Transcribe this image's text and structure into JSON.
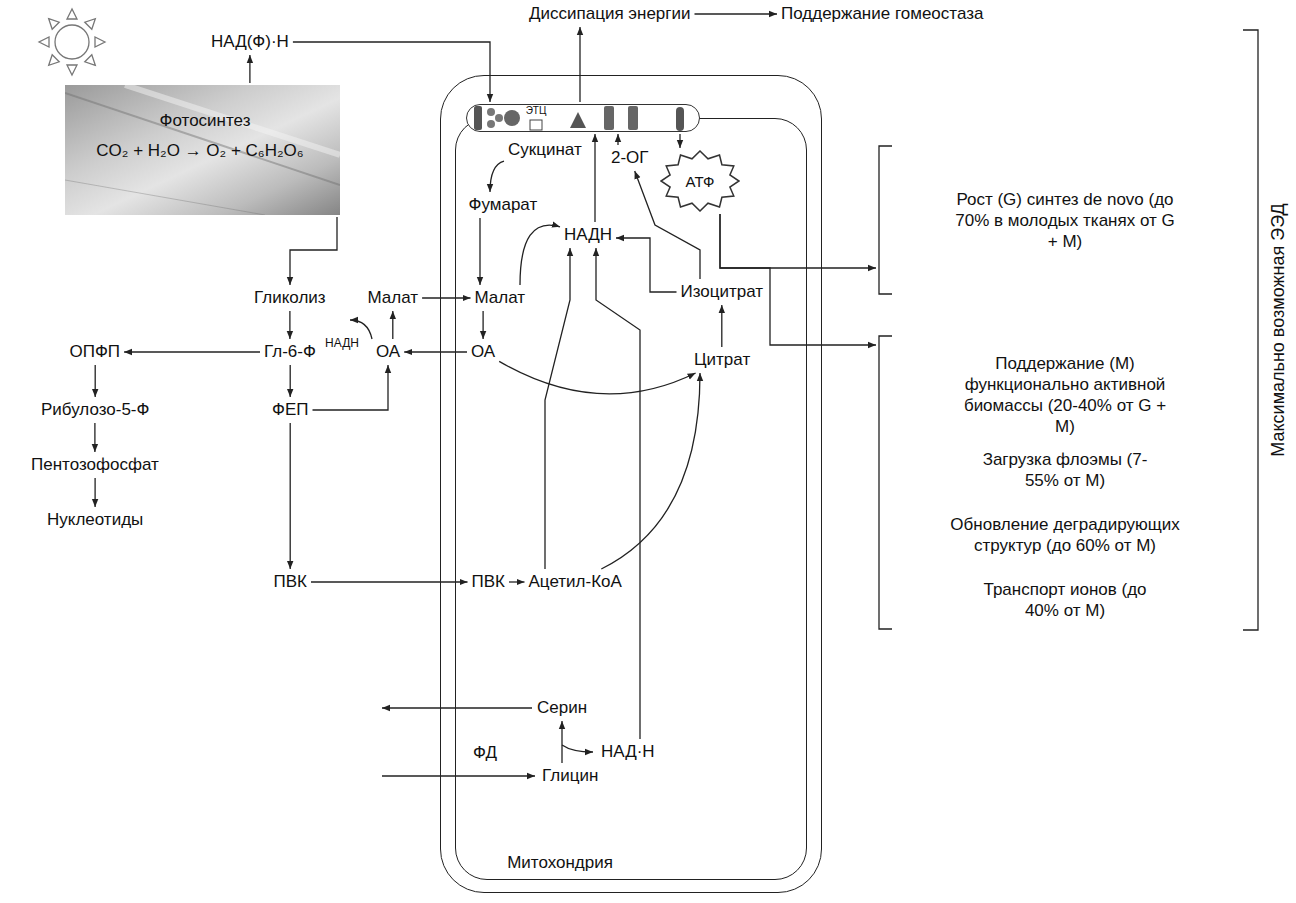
{
  "diagram": {
    "nodes": [
      {
        "text": [
          "Фотосинтез",
          "CO₂ + H₂O → O₂ + C₆H₂O₆"
        ]
      },
      {
        "text": [
          "НАД(Ф)·Н"
        ]
      },
      {
        "text": [
          "Митохондрия"
        ]
      },
      {
        "text": [
          "ЭТЦ"
        ],
        "in": 2
      },
      {
        "text": [
          "АТФ"
        ],
        "in": 2
      },
      {
        "text": [
          "Сукцинат"
        ],
        "in": 2
      },
      {
        "text": [
          "Фумарат"
        ],
        "in": 2
      },
      {
        "text": [
          "Малат"
        ],
        "in": 2
      },
      {
        "text": [
          "ОА"
        ],
        "in": 2
      },
      {
        "text": [
          "НАДН"
        ],
        "in": 2
      },
      {
        "text": [
          "Изоцитрат"
        ],
        "in": 2
      },
      {
        "text": [
          "Цитрат"
        ],
        "in": 2
      },
      {
        "text": [
          "2-ОГ"
        ],
        "in": 2
      },
      {
        "text": [
          "ПВК"
        ],
        "in": 2
      },
      {
        "text": [
          "Ацетил-КоА"
        ],
        "in": 2
      },
      {
        "text": [
          "Серин"
        ],
        "in": 2
      },
      {
        "text": [
          "Глицин"
        ],
        "in": 2
      },
      {
        "text": [
          "НАД·Н"
        ],
        "in": 2
      },
      {
        "text": [
          "Гликолиз"
        ]
      },
      {
        "text": [
          "Гл-6-Ф"
        ]
      },
      {
        "text": [
          "ОПФП"
        ]
      },
      {
        "text": [
          "Рибулозо-5-Ф"
        ]
      },
      {
        "text": [
          "Пентозофосфат"
        ]
      },
      {
        "text": [
          "Нуклеотиды"
        ]
      },
      {
        "text": [
          "ФЕП"
        ]
      },
      {
        "text": [
          "ПВК"
        ]
      },
      {
        "text": [
          "ОА"
        ]
      },
      {
        "text": [
          "Малат"
        ]
      },
      {
        "text": [
          "Диссипация энергии"
        ]
      },
      {
        "text": [
          "Поддержание гомеостаза"
        ]
      },
      {
        "text": [
          "Рост (G) синтез de novo (до 70% в молодых тканях от G + M)"
        ]
      },
      {
        "text": [
          "Поддержание (M) функционально активной биомассы (20-40% от G + M)",
          "Загрузка флоэмы (7-55% от M)",
          "Обновление деградирующих структур (до 60% от M)",
          "Транспорт ионов (до 40% от M)"
        ]
      }
    ],
    "edges": [
      {
        "from": 0,
        "to": 1,
        "arrow": "to"
      },
      {
        "from": 1,
        "to": 3,
        "arrow": "to"
      },
      {
        "from": 0,
        "to": 18,
        "arrow": "to"
      },
      {
        "from": 18,
        "to": 19,
        "arrow": "to"
      },
      {
        "from": 19,
        "to": 20,
        "arrow": "to"
      },
      {
        "from": 20,
        "to": 21,
        "arrow": "to"
      },
      {
        "from": 21,
        "to": 22,
        "arrow": "to"
      },
      {
        "from": 22,
        "to": 23,
        "arrow": "to"
      },
      {
        "from": 19,
        "to": 24,
        "arrow": "to"
      },
      {
        "from": 24,
        "to": 25,
        "arrow": "to"
      },
      {
        "from": 24,
        "to": 26,
        "arrow": "to"
      },
      {
        "from": 26,
        "to": 27,
        "arrow": "to"
      },
      {
        "from": 27,
        "to": 7,
        "arrow": "to"
      },
      {
        "from": 8,
        "to": 26,
        "arrow": "to"
      },
      {
        "from": 25,
        "to": 13,
        "arrow": "to"
      },
      {
        "from": 13,
        "to": 14,
        "arrow": "to"
      },
      {
        "from": 14,
        "to": 9,
        "arrow": "to"
      },
      {
        "from": 14,
        "to": 11,
        "arrow": "to"
      },
      {
        "from": 8,
        "to": 11,
        "arrow": "to"
      },
      {
        "from": 11,
        "to": 10,
        "arrow": "to"
      },
      {
        "from": 10,
        "to": 9,
        "arrow": "to"
      },
      {
        "from": 10,
        "to": 12,
        "arrow": "to"
      },
      {
        "from": 12,
        "to": 3,
        "arrow": "to"
      },
      {
        "from": 5,
        "to": 6,
        "arrow": "to"
      },
      {
        "from": 6,
        "to": 7,
        "arrow": "to"
      },
      {
        "from": 7,
        "to": 9,
        "arrow": "to"
      },
      {
        "from": 7,
        "to": 8,
        "arrow": "to"
      },
      {
        "from": 9,
        "to": 3,
        "arrow": "to"
      },
      {
        "from": 16,
        "to": 15,
        "arrow": "to"
      },
      {
        "from": 17,
        "to": 9,
        "arrow": "to"
      },
      {
        "from": 3,
        "to": 28,
        "arrow": "to"
      },
      {
        "from": 28,
        "to": 29,
        "arrow": "to"
      },
      {
        "from": 3,
        "to": 4,
        "arrow": "to"
      },
      {
        "from": 4,
        "to": 30,
        "arrow": "to"
      },
      {
        "from": 4,
        "to": 31,
        "arrow": "to"
      }
    ],
    "labels": [
      "НАДН",
      "ФД",
      "Максимально возможная ЭЭД"
    ]
  }
}
